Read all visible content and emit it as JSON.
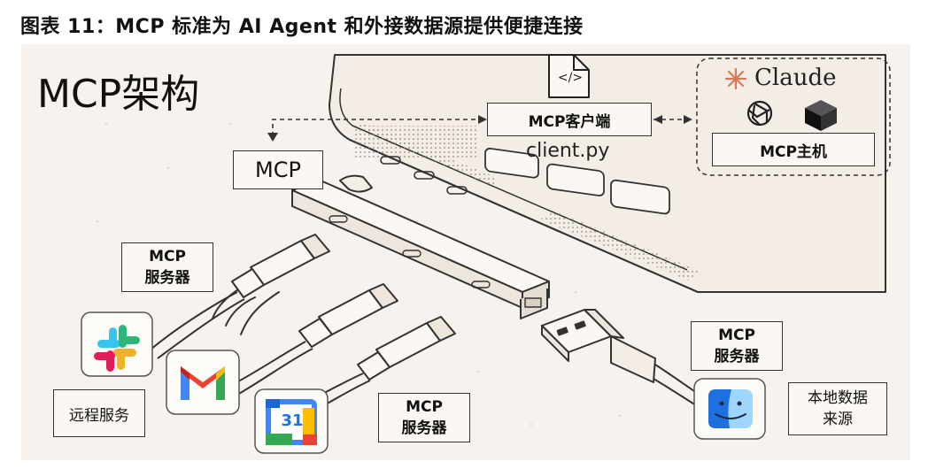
{
  "figure_title": "图表 11：MCP 标准为 AI Agent 和外接数据源提供便捷连接",
  "diagram_title": "MCP架构",
  "client": {
    "label": "MCP客户端",
    "file": "client.py",
    "file_icon_symbol": "</>"
  },
  "host": {
    "brand": "Claude",
    "label": "MCP主机"
  },
  "hub_label": "MCP",
  "servers": {
    "left_top": "MCP\n服务器",
    "bottom_middle": "MCP\n服务器",
    "right": "MCP\n服务器"
  },
  "remote_label": "远程服务",
  "local_label": "本地数据\n来源",
  "calendar_day": "31",
  "colors": {
    "panel_bg": "#f7f2ed",
    "claude_orange": "#d97757",
    "slack_blue": "#36c5f0",
    "slack_green": "#2eb67d",
    "slack_yellow": "#ecb22e",
    "slack_red": "#e01e5a",
    "gmail_red": "#ea4335",
    "gmail_blue": "#4285f4",
    "gmail_green": "#34a853",
    "gmail_yellow": "#fbbc04",
    "finder_blue": "#1e6fe0",
    "finder_light": "#9fd6ff"
  },
  "icons": [
    "file-code-icon",
    "claude-icon",
    "openai-icon",
    "cube-icon",
    "slack-icon",
    "gmail-icon",
    "google-calendar-icon",
    "finder-icon"
  ]
}
